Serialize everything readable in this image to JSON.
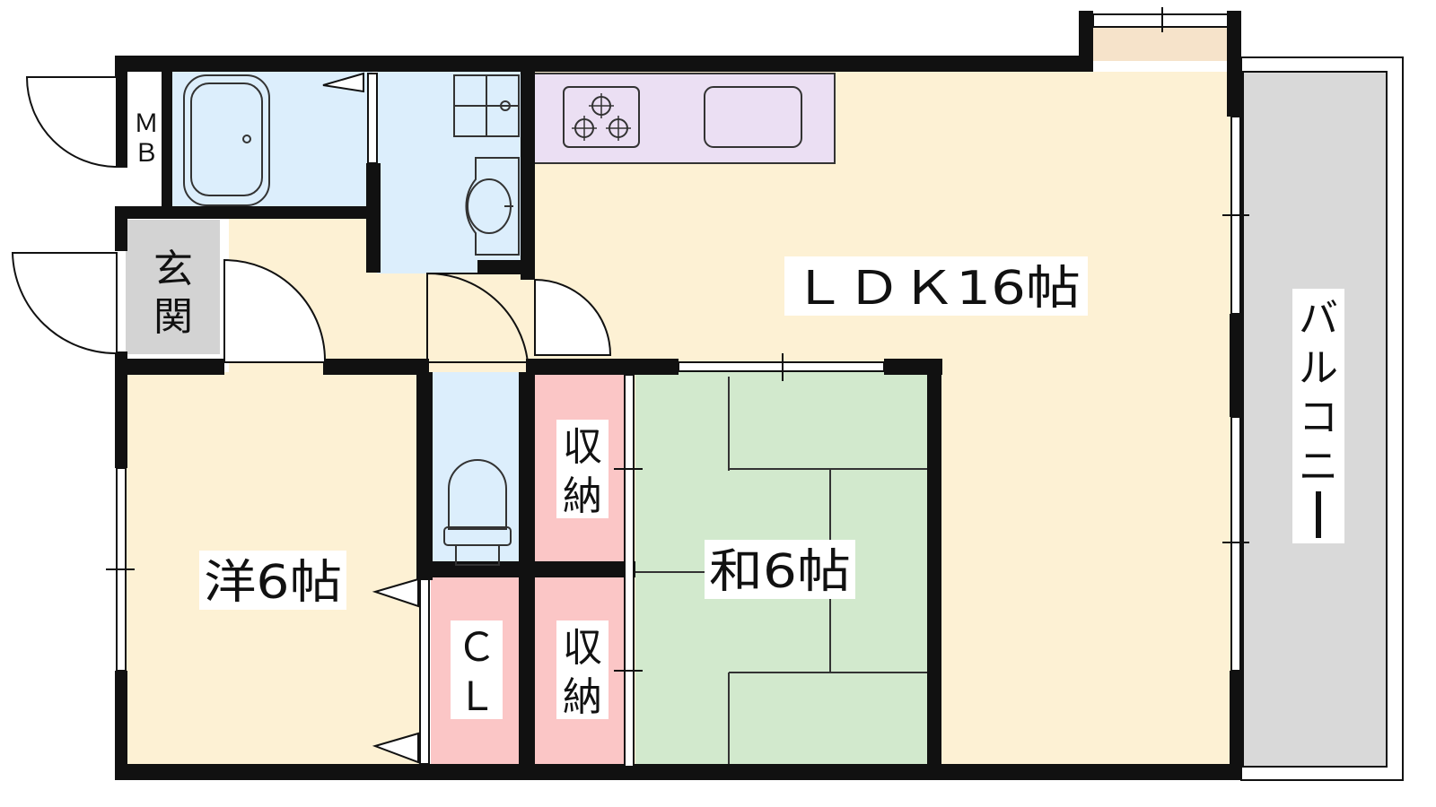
{
  "colors": {
    "wall": "#111111",
    "living": "#fdf1d4",
    "tatami": "#d2e9cd",
    "water": "#dceefc",
    "kitchen": "#ebdff3",
    "storage": "#fbc6c6",
    "entrance": "#d3d3d3",
    "balcony": "#d9d9d9",
    "bay": "#f6e3ca",
    "fixture_line": "#333333"
  },
  "rooms": {
    "ldk": "ＬＤＫ16帖",
    "western": "洋6帖",
    "japanese": "和6帖",
    "closet": [
      "Ｃ",
      "Ｌ"
    ],
    "storage_upper": [
      "収",
      "納"
    ],
    "storage_lower": [
      "収",
      "納"
    ],
    "entrance": [
      "玄",
      "関"
    ],
    "meter_box": [
      "Ｍ",
      "Ｂ"
    ],
    "balcony": [
      "バ",
      "ル",
      "コ",
      "ニ",
      "ー"
    ]
  },
  "icons": {
    "bathtub": "bathtub-icon",
    "washbasin": "washbasin-icon",
    "washer": "washing-machine-pan-icon",
    "stove": "stove-icon",
    "sink": "kitchen-sink-icon",
    "toilet": "toilet-icon"
  }
}
